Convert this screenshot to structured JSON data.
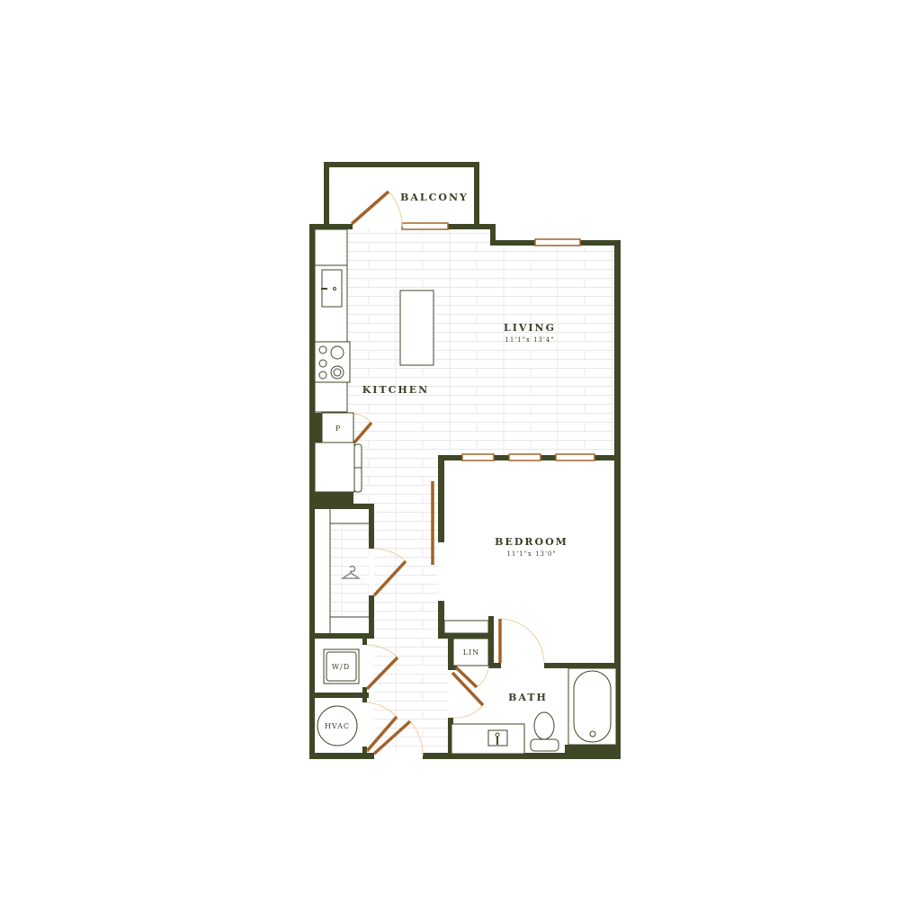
{
  "colors": {
    "wall": "#3f4726",
    "door": "#a2622a",
    "swing": "#f0cfa0",
    "fixture": "#3f4726",
    "floor_line": "#e6e6e6"
  },
  "rooms": {
    "balcony": {
      "label": "BALCONY"
    },
    "living": {
      "label": "LIVING",
      "dimensions": "11'1\"x 13'4\""
    },
    "kitchen": {
      "label": "KITCHEN"
    },
    "pantry": {
      "label": "P"
    },
    "bedroom": {
      "label": "BEDROOM",
      "dimensions": "11'1\"x 13'0\""
    },
    "linen": {
      "label": "LIN"
    },
    "bath": {
      "label": "BATH"
    },
    "laundry": {
      "label": "W/D"
    },
    "hvac": {
      "label": "HVAC"
    }
  },
  "icons": {
    "closet": "hanger-icon"
  }
}
